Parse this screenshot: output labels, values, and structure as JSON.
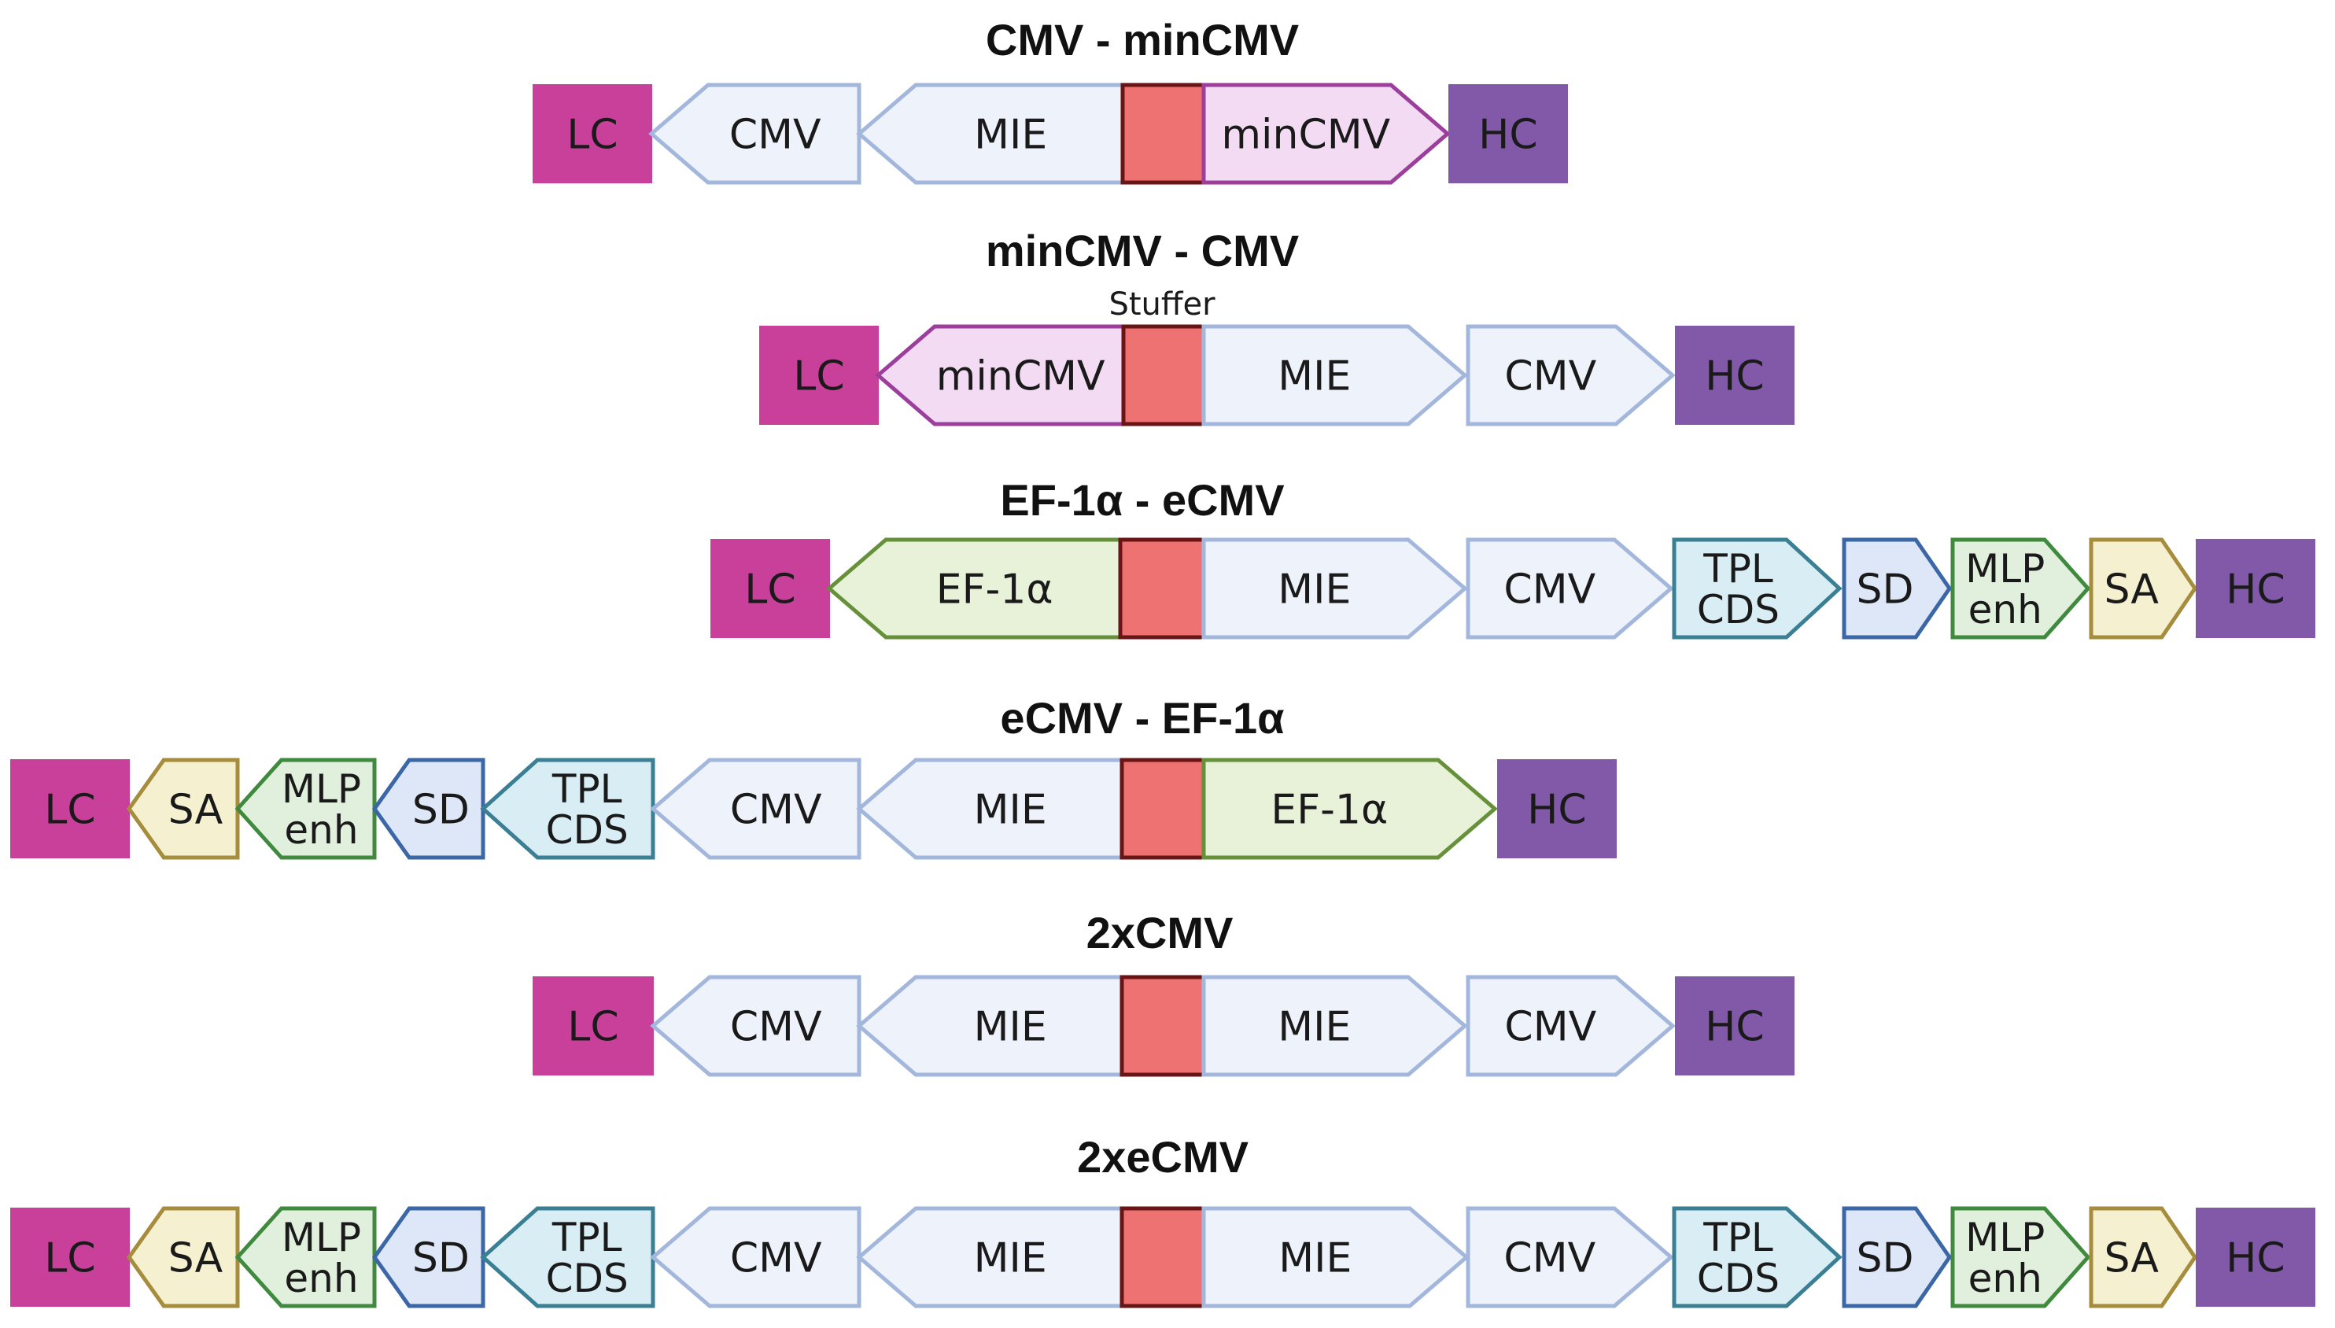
{
  "palette": {
    "LC": {
      "fill": "#c8409a",
      "stroke": "#c8409a",
      "text": "#1a1a1a"
    },
    "HC": {
      "fill": "#8159a8",
      "stroke": "#8159a8",
      "text": "#1a1a1a"
    },
    "CMV": {
      "fill": "#edf2fb",
      "stroke": "#a3b7dc",
      "text": "#1a1a1a"
    },
    "MIE": {
      "fill": "#edf2fb",
      "stroke": "#a3b7dc",
      "text": "#1a1a1a"
    },
    "minCMV": {
      "fill": "#f3dcf3",
      "stroke": "#9c3f9c",
      "text": "#1a1a1a"
    },
    "EF": {
      "fill": "#e7f2d8",
      "stroke": "#66913a",
      "text": "#1a1a1a"
    },
    "stuffer": {
      "fill": "#ee7272",
      "stroke": "#6a1515",
      "text": "#1a1a1a"
    },
    "TPL": {
      "fill": "#d9eef4",
      "stroke": "#3a7f93",
      "text": "#1a1a1a"
    },
    "SD": {
      "fill": "#dde7f7",
      "stroke": "#3c67a6",
      "text": "#1a1a1a"
    },
    "MLP": {
      "fill": "#e1f0dc",
      "stroke": "#3f8a3f",
      "text": "#1a1a1a"
    },
    "SA": {
      "fill": "#f5f0cf",
      "stroke": "#a68d3d",
      "text": "#1a1a1a"
    }
  },
  "constructs": [
    {
      "title": "CMV - minCMV",
      "elements": [
        {
          "label": "LC",
          "type": "LC",
          "dir": "box"
        },
        {
          "label": "CMV",
          "type": "CMV",
          "dir": "left"
        },
        {
          "label": "MIE",
          "type": "MIE",
          "dir": "left"
        },
        {
          "label": "",
          "type": "stuffer",
          "dir": "box"
        },
        {
          "label": "minCMV",
          "type": "minCMV",
          "dir": "right"
        },
        {
          "label": "HC",
          "type": "HC",
          "dir": "box"
        }
      ]
    },
    {
      "title": "minCMV - CMV",
      "note": "Stuffer",
      "elements": [
        {
          "label": "LC",
          "type": "LC",
          "dir": "box"
        },
        {
          "label": "minCMV",
          "type": "minCMV",
          "dir": "left"
        },
        {
          "label": "",
          "type": "stuffer",
          "dir": "box"
        },
        {
          "label": "MIE",
          "type": "MIE",
          "dir": "right"
        },
        {
          "label": "CMV",
          "type": "CMV",
          "dir": "right"
        },
        {
          "label": "HC",
          "type": "HC",
          "dir": "box"
        }
      ]
    },
    {
      "title": "EF-1α - eCMV",
      "elements": [
        {
          "label": "LC",
          "type": "LC",
          "dir": "box"
        },
        {
          "label": "EF-1α",
          "type": "EF",
          "dir": "left"
        },
        {
          "label": "",
          "type": "stuffer",
          "dir": "box"
        },
        {
          "label": "MIE",
          "type": "MIE",
          "dir": "right"
        },
        {
          "label": "CMV",
          "type": "CMV",
          "dir": "right"
        },
        {
          "label": "TPL\nCDS",
          "type": "TPL",
          "dir": "right"
        },
        {
          "label": "SD",
          "type": "SD",
          "dir": "right"
        },
        {
          "label": "MLP\nenh",
          "type": "MLP",
          "dir": "right"
        },
        {
          "label": "SA",
          "type": "SA",
          "dir": "right"
        },
        {
          "label": "HC",
          "type": "HC",
          "dir": "box"
        }
      ]
    },
    {
      "title": "eCMV - EF-1α",
      "elements": [
        {
          "label": "LC",
          "type": "LC",
          "dir": "box"
        },
        {
          "label": "SA",
          "type": "SA",
          "dir": "left"
        },
        {
          "label": "MLP\nenh",
          "type": "MLP",
          "dir": "left"
        },
        {
          "label": "SD",
          "type": "SD",
          "dir": "left"
        },
        {
          "label": "TPL\nCDS",
          "type": "TPL",
          "dir": "left"
        },
        {
          "label": "CMV",
          "type": "CMV",
          "dir": "left"
        },
        {
          "label": "MIE",
          "type": "MIE",
          "dir": "left"
        },
        {
          "label": "",
          "type": "stuffer",
          "dir": "box"
        },
        {
          "label": "EF-1α",
          "type": "EF",
          "dir": "right"
        },
        {
          "label": "HC",
          "type": "HC",
          "dir": "box"
        }
      ]
    },
    {
      "title": "2xCMV",
      "elements": [
        {
          "label": "LC",
          "type": "LC",
          "dir": "box"
        },
        {
          "label": "CMV",
          "type": "CMV",
          "dir": "left"
        },
        {
          "label": "MIE",
          "type": "MIE",
          "dir": "left"
        },
        {
          "label": "",
          "type": "stuffer",
          "dir": "box"
        },
        {
          "label": "MIE",
          "type": "MIE",
          "dir": "right"
        },
        {
          "label": "CMV",
          "type": "CMV",
          "dir": "right"
        },
        {
          "label": "HC",
          "type": "HC",
          "dir": "box"
        }
      ]
    },
    {
      "title": "2xeCMV",
      "elements": [
        {
          "label": "LC",
          "type": "LC",
          "dir": "box"
        },
        {
          "label": "SA",
          "type": "SA",
          "dir": "left"
        },
        {
          "label": "MLP\nenh",
          "type": "MLP",
          "dir": "left"
        },
        {
          "label": "SD",
          "type": "SD",
          "dir": "left"
        },
        {
          "label": "TPL\nCDS",
          "type": "TPL",
          "dir": "left"
        },
        {
          "label": "CMV",
          "type": "CMV",
          "dir": "left"
        },
        {
          "label": "MIE",
          "type": "MIE",
          "dir": "left"
        },
        {
          "label": "",
          "type": "stuffer",
          "dir": "box"
        },
        {
          "label": "MIE",
          "type": "MIE",
          "dir": "right"
        },
        {
          "label": "CMV",
          "type": "CMV",
          "dir": "right"
        },
        {
          "label": "TPL\nCDS",
          "type": "TPL",
          "dir": "right"
        },
        {
          "label": "SD",
          "type": "SD",
          "dir": "right"
        },
        {
          "label": "MLP\nenh",
          "type": "MLP",
          "dir": "right"
        },
        {
          "label": "SA",
          "type": "SA",
          "dir": "right"
        },
        {
          "label": "HC",
          "type": "HC",
          "dir": "box"
        }
      ]
    }
  ]
}
